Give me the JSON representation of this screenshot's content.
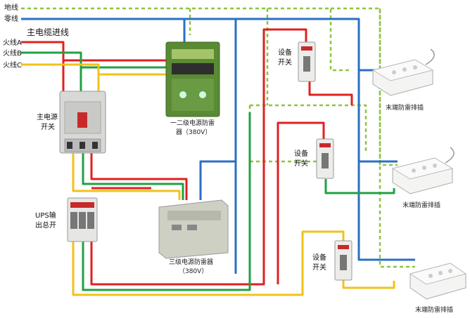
{
  "labels": {
    "ground": "地线",
    "neutral": "零线",
    "main_cable": "主电缆进线",
    "phase_a": "火线A",
    "phase_b": "火线B",
    "phase_c": "火线C",
    "main_switch_l1": "主电源",
    "main_switch_l2": "开关",
    "ups_l1": "UPS输",
    "ups_l2": "出总开",
    "spd12_l1": "一二级电源防雷",
    "spd12_l2": "器（380V）",
    "spd3_l1": "三级电源防雷器",
    "spd3_l2": "（380V）",
    "device_switch_l1": "设备",
    "device_switch_l2": "开关",
    "terminal_strip": "末端防雷排插"
  },
  "colors": {
    "phase_a": "#e02020",
    "phase_b": "#22a043",
    "phase_c": "#f2c21a",
    "neutral": "#2a6fc4",
    "ground": "#8cc63f"
  },
  "icons": {
    "main_breaker": "3-pole-breaker-icon",
    "ups_breaker": "3-pole-breaker-icon",
    "spd12": "surge-protector-box-icon",
    "spd3": "surge-protector-box-icon",
    "device_breaker": "2-pole-breaker-icon",
    "power_strip": "power-strip-icon"
  }
}
